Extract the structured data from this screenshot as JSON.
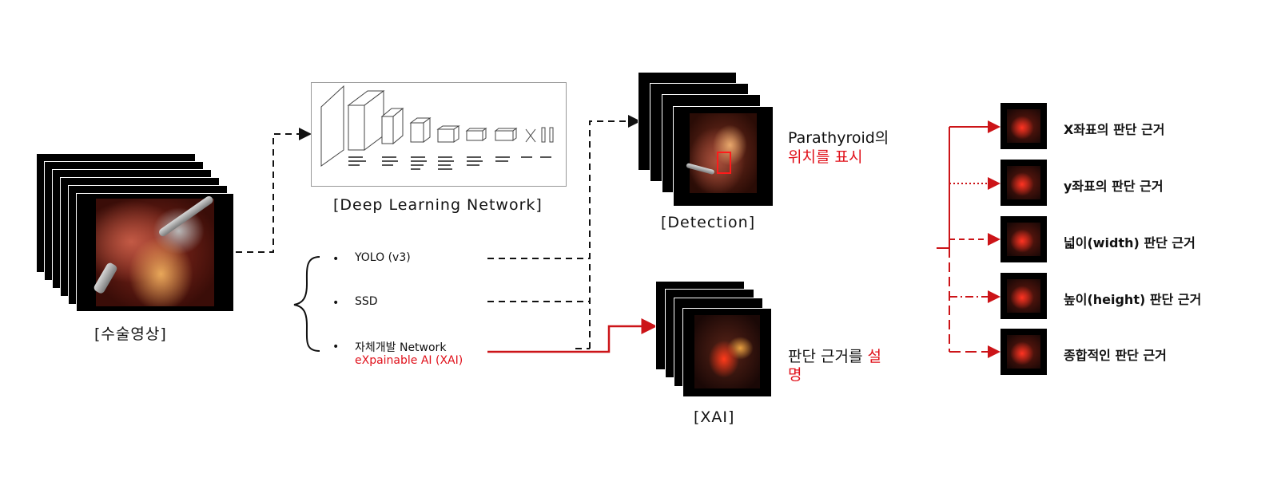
{
  "labels": {
    "surgery_video": "[수술영상]",
    "deep_learning_network": "[Deep Learning Network]",
    "detection": "[Detection]",
    "xai": "[XAI]",
    "bullet_yolo": "YOLO (v3)",
    "bullet_ssd": "SSD",
    "bullet_custom": "자체개발 Network",
    "bullet_xai": "eXpainable AI (XAI)",
    "detection_desc_line1": "Parathyroid의",
    "detection_desc_line2": "위치를 표시",
    "xai_desc_black": "판단 근거를 ",
    "xai_desc_red_1": "설",
    "xai_desc_red_2": "명"
  },
  "outputs": [
    {
      "label": "X좌표의 판단 근거",
      "line_style": "solid"
    },
    {
      "label": "y좌표의 판단 근거",
      "line_style": "dotted"
    },
    {
      "label": "넓이(width) 판단 근거",
      "line_style": "dashed"
    },
    {
      "label": "높이(height) 판단 근거",
      "line_style": "dash-dot"
    },
    {
      "label": "종합적인 판단 근거",
      "line_style": "long-dash"
    }
  ],
  "colors": {
    "accent_red": "#e0101a",
    "arrow_black": "#111111",
    "arrow_red": "#cc1418",
    "frame_black": "#000000"
  }
}
